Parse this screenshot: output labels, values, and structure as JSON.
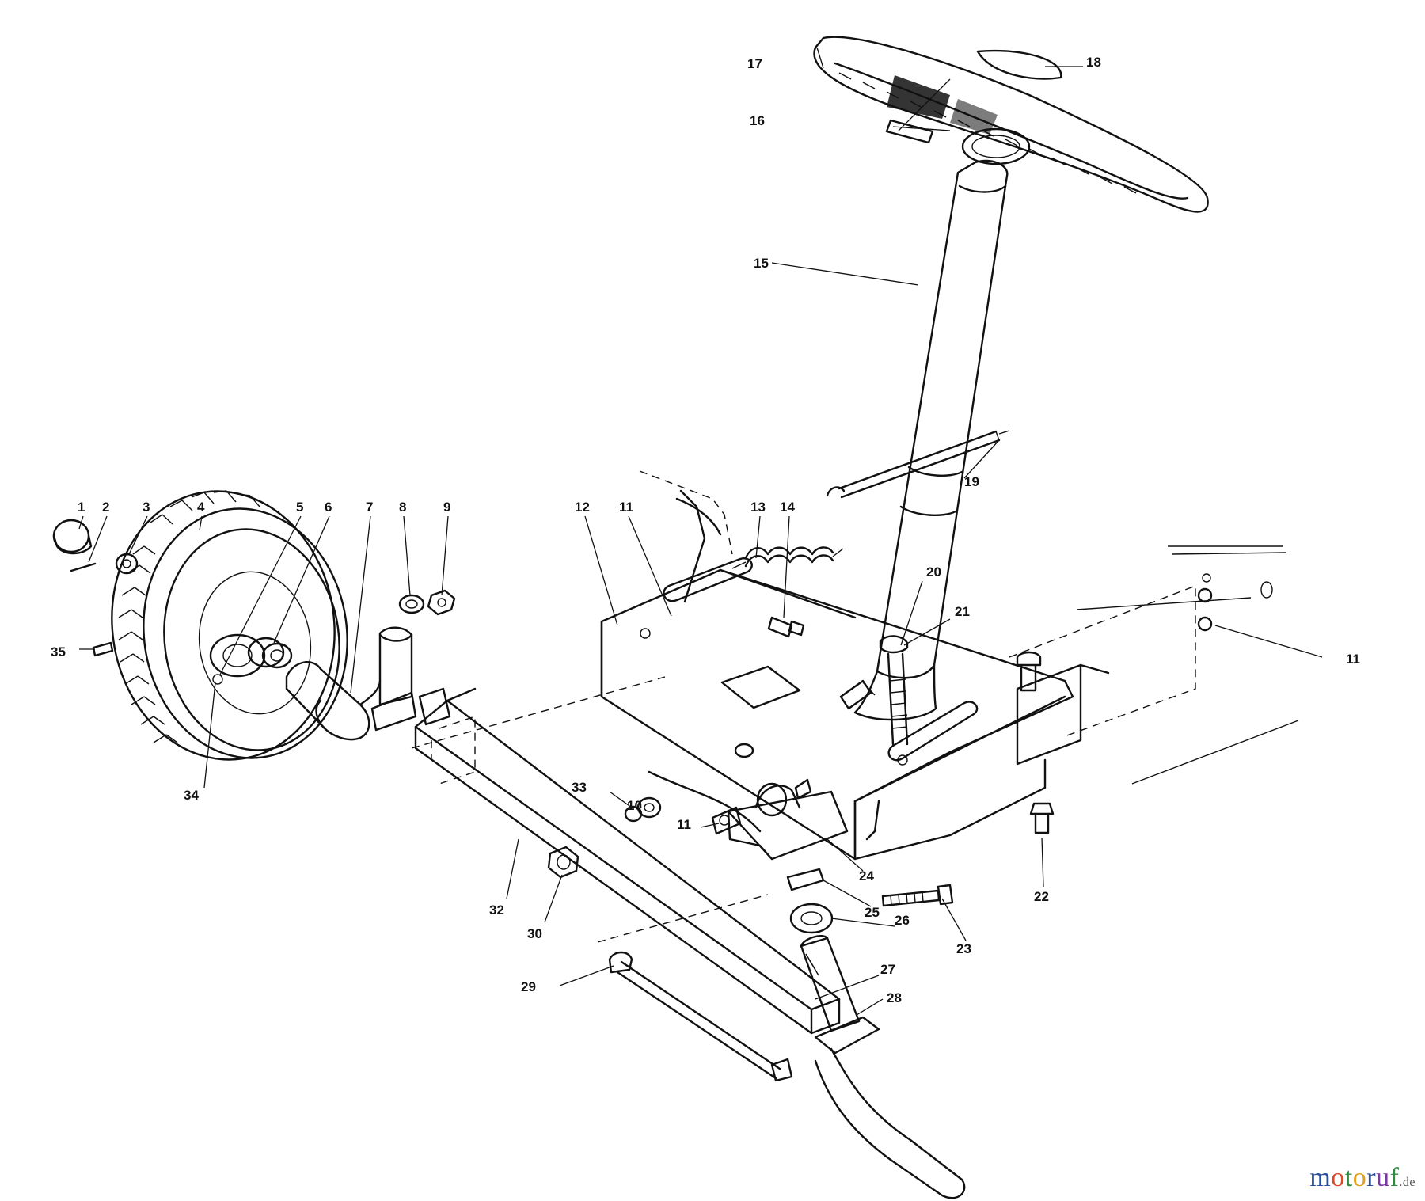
{
  "diagram": {
    "callouts": [
      {
        "id": "c1",
        "label": "1"
      },
      {
        "id": "c2",
        "label": "2"
      },
      {
        "id": "c3",
        "label": "3"
      },
      {
        "id": "c4",
        "label": "4"
      },
      {
        "id": "c5",
        "label": "5"
      },
      {
        "id": "c6",
        "label": "6"
      },
      {
        "id": "c7",
        "label": "7"
      },
      {
        "id": "c8",
        "label": "8"
      },
      {
        "id": "c9",
        "label": "9"
      },
      {
        "id": "c10",
        "label": "10"
      },
      {
        "id": "c11a",
        "label": "11"
      },
      {
        "id": "c11b",
        "label": "11"
      },
      {
        "id": "c11c",
        "label": "11"
      },
      {
        "id": "c12",
        "label": "12"
      },
      {
        "id": "c13",
        "label": "13"
      },
      {
        "id": "c14",
        "label": "14"
      },
      {
        "id": "c15",
        "label": "15"
      },
      {
        "id": "c16",
        "label": "16"
      },
      {
        "id": "c17",
        "label": "17"
      },
      {
        "id": "c18",
        "label": "18"
      },
      {
        "id": "c19",
        "label": "19"
      },
      {
        "id": "c20",
        "label": "20"
      },
      {
        "id": "c21",
        "label": "21"
      },
      {
        "id": "c22",
        "label": "22"
      },
      {
        "id": "c23",
        "label": "23"
      },
      {
        "id": "c24",
        "label": "24"
      },
      {
        "id": "c25",
        "label": "25"
      },
      {
        "id": "c26",
        "label": "26"
      },
      {
        "id": "c27",
        "label": "27"
      },
      {
        "id": "c28",
        "label": "28"
      },
      {
        "id": "c29",
        "label": "29"
      },
      {
        "id": "c30",
        "label": "30"
      },
      {
        "id": "c32",
        "label": "32"
      },
      {
        "id": "c33",
        "label": "33"
      },
      {
        "id": "c34",
        "label": "34"
      },
      {
        "id": "c35",
        "label": "35"
      }
    ]
  },
  "watermark": {
    "m": "m",
    "o1": "o",
    "t": "t",
    "o2": "o",
    "r": "r",
    "u": "u",
    "f": "f",
    "suffix": ".de"
  }
}
